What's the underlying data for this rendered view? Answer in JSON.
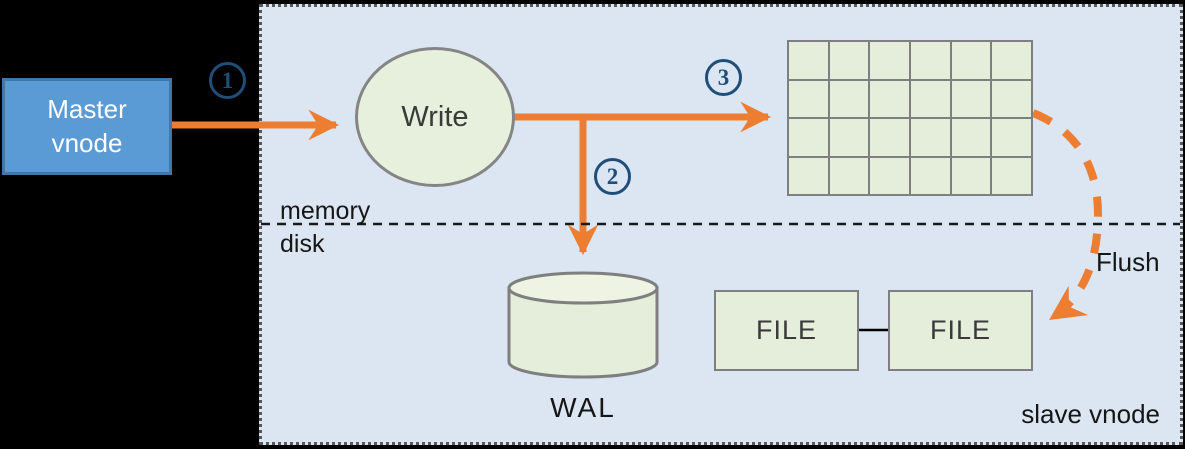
{
  "diagram": {
    "title_hint": "write flow into slave vnode with WAL",
    "master_box": {
      "line1": "Master",
      "line2": "vnode"
    },
    "write_node": {
      "label": "Write"
    },
    "steps": [
      {
        "label": "1"
      },
      {
        "label": "2"
      },
      {
        "label": "3"
      }
    ],
    "grid": {
      "rows": 4,
      "cols": 6
    },
    "labels": {
      "memory": "memory",
      "disk": "disk",
      "wal": "WAL",
      "flush": "Flush",
      "file1": "FILE",
      "file2": "FILE",
      "slave_vnode": "slave vnode"
    },
    "colors": {
      "arrow_orange": "#ed7d31",
      "container_fill": "#dce6f2",
      "container_border_dots": "#595959",
      "node_green_fill": "#e4eeda",
      "node_green_border": "#7f7f7f",
      "master_fill": "#5b9bd5",
      "master_border": "#3f78a9",
      "step_badge_blue": "#1f4e79",
      "background": "#000000"
    }
  }
}
